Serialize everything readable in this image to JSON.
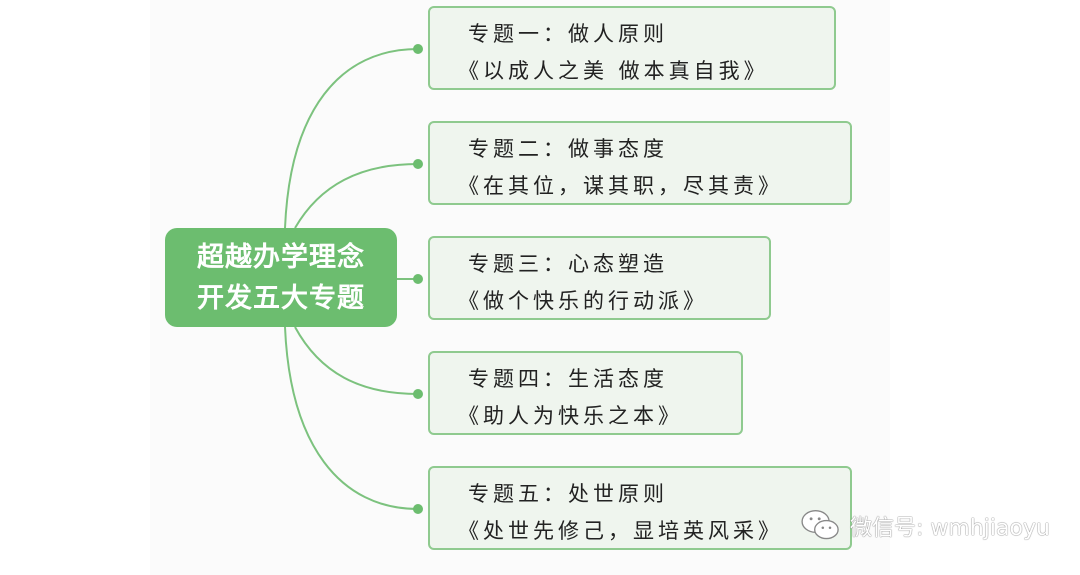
{
  "center": {
    "line1": "超越办学理念",
    "line2": "开发五大专题"
  },
  "topics": [
    {
      "title": "专题一：做人原则",
      "subtitle": "《以成人之美 做本真自我》"
    },
    {
      "title": "专题二：做事态度",
      "subtitle": "《在其位，谋其职，尽其责》"
    },
    {
      "title": "专题三：心态塑造",
      "subtitle": "《做个快乐的行动派》"
    },
    {
      "title": "专题四：生活态度",
      "subtitle": "《助人为快乐之本》"
    },
    {
      "title": "专题五：处世原则",
      "subtitle": "《处世先修己，显培英风采》"
    }
  ],
  "watermark": {
    "text": "微信号: wmhjiaoyu"
  },
  "colors": {
    "accent": "#6cbd6f",
    "box_border": "#8fca8f",
    "box_fill": "#eff5ee"
  }
}
